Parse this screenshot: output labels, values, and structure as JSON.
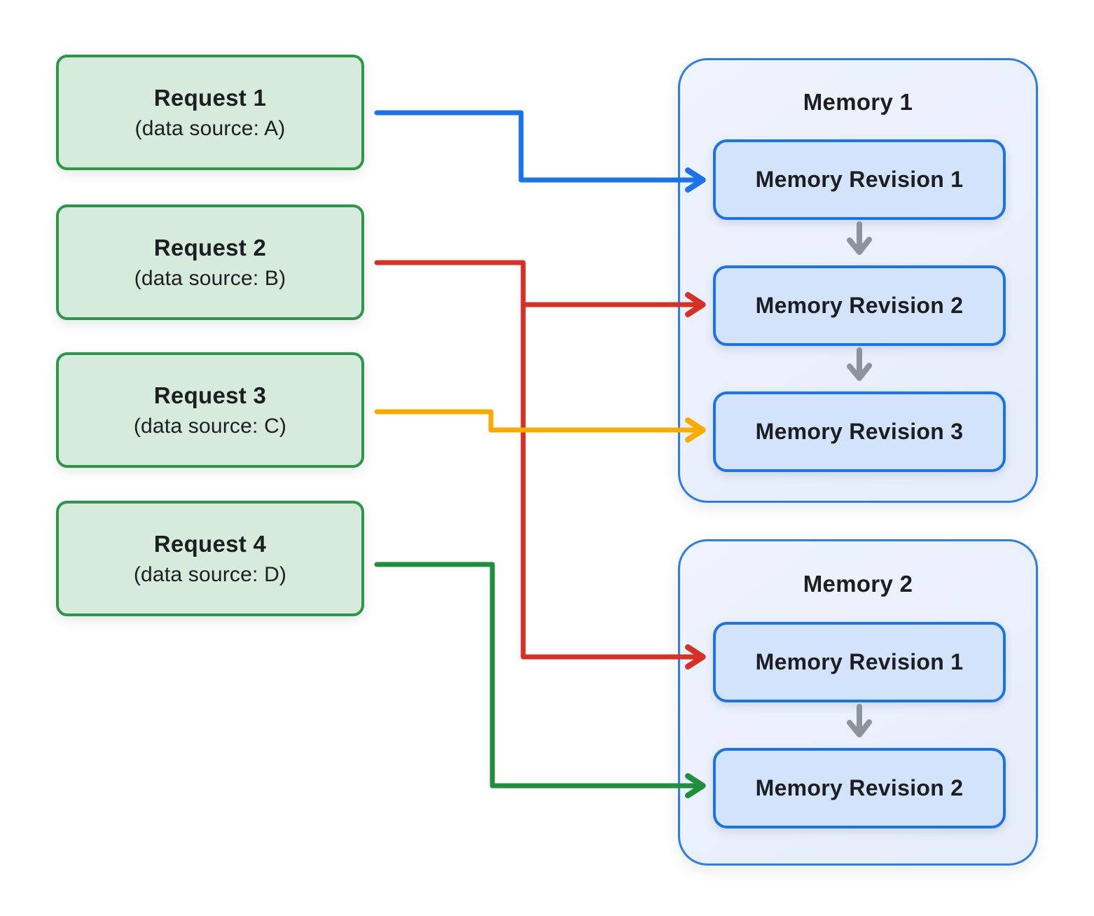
{
  "requests": [
    {
      "title": "Request 1",
      "subtitle": "(data source: A)"
    },
    {
      "title": "Request 2",
      "subtitle": "(data source: B)"
    },
    {
      "title": "Request 3",
      "subtitle": "(data source: C)"
    },
    {
      "title": "Request 4",
      "subtitle": "(data source: D)"
    }
  ],
  "memories": [
    {
      "title": "Memory 1",
      "revisions": [
        {
          "label": "Memory Revision 1"
        },
        {
          "label": "Memory Revision 2"
        },
        {
          "label": "Memory Revision 3"
        }
      ]
    },
    {
      "title": "Memory 2",
      "revisions": [
        {
          "label": "Memory Revision 1"
        },
        {
          "label": "Memory Revision 2"
        }
      ]
    }
  ],
  "connections": [
    {
      "from": "Request 1",
      "to": "Memory 1 / Memory Revision 1",
      "color": "#1a73e8"
    },
    {
      "from": "Request 2",
      "to": "Memory 1 / Memory Revision 2",
      "color": "#d93025"
    },
    {
      "from": "Request 2",
      "to": "Memory 2 / Memory Revision 1",
      "color": "#d93025"
    },
    {
      "from": "Request 3",
      "to": "Memory 1 / Memory Revision 3",
      "color": "#f9ab00"
    },
    {
      "from": "Request 4",
      "to": "Memory 2 / Memory Revision 2",
      "color": "#1f8e3d"
    }
  ],
  "colors": {
    "request_fill": "#d6ebdb",
    "request_border": "#2e9649",
    "memory_fill": "#e9effc",
    "memory_border": "#2b7de9",
    "revision_fill": "#d3e3fc",
    "revision_border": "#1a73e8",
    "connector_blue": "#1a73e8",
    "connector_red": "#d93025",
    "connector_yellow": "#f9ab00",
    "connector_green": "#1f8e3d",
    "flow_arrow_gray": "#8d939a"
  }
}
